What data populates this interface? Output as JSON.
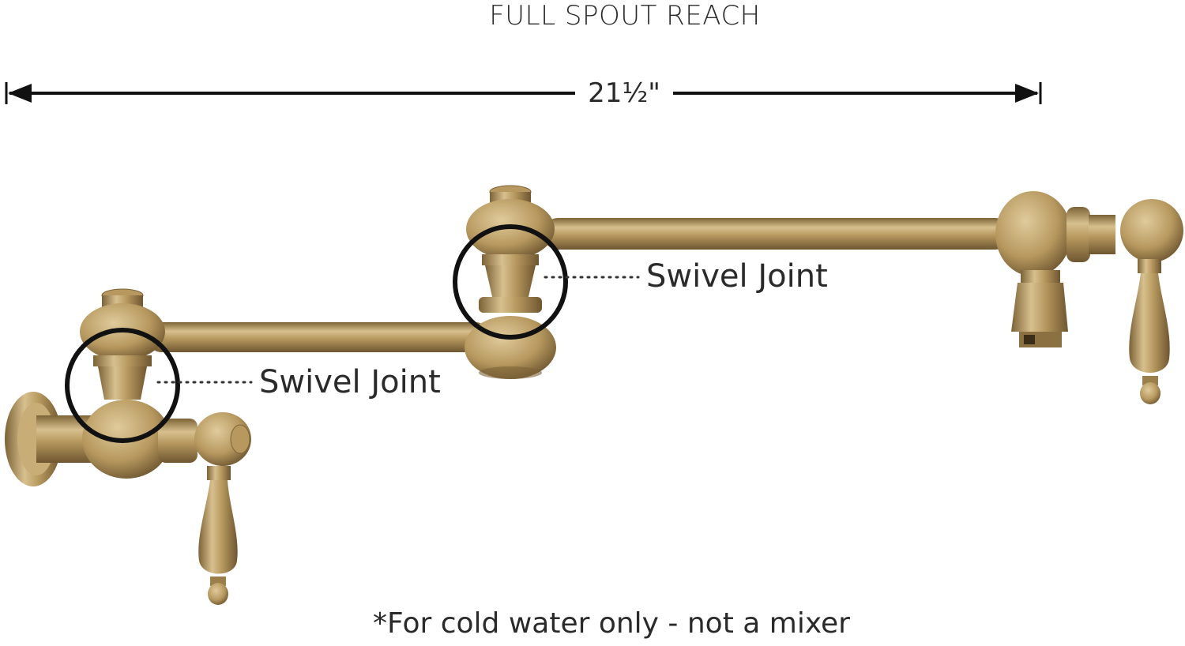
{
  "diagram": {
    "title": "FULL SPOUT REACH",
    "dimension": "21½\"",
    "callouts": [
      {
        "label": "Swivel Joint"
      },
      {
        "label": "Swivel Joint"
      }
    ],
    "footnote": "*For cold water only - not a mixer",
    "colors": {
      "brass_light": "#d7c08e",
      "brass_mid": "#b7995f",
      "brass_dark": "#7c6337",
      "outline": "#111111",
      "text": "#2a2a2a"
    }
  }
}
